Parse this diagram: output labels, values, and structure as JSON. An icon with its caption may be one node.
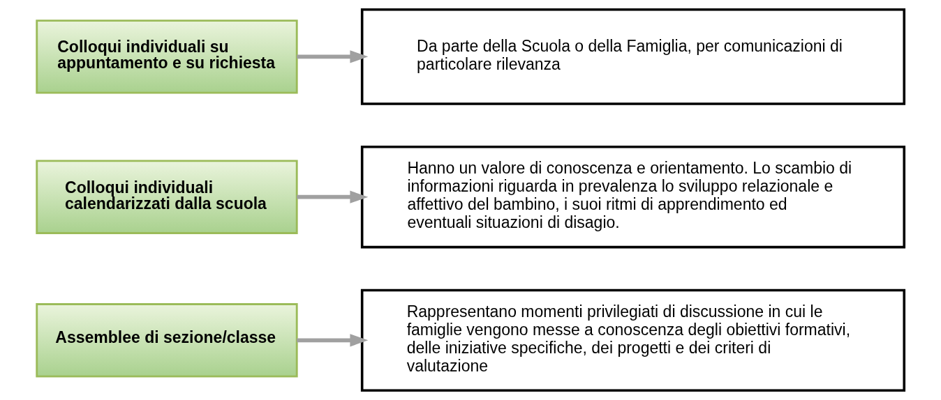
{
  "diagram": {
    "nodes": [
      {
        "text": [
          "Assemblee di sezione/classe"
        ]
      },
      {
        "text": [
          "Rappresentano momenti privilegiati di discussione in cui le famiglie vengono messe a conoscenza degli obiettivi formativi, delle iniziative specifiche, dei progetti e dei criteri di valutazione"
        ]
      },
      {
        "text": [
          "Colloqui individuali calendarizzati dalla scuola"
        ]
      },
      {
        "text": [
          "Hanno un valore di conoscenza e orientamento. Lo scambio di informazioni riguarda in prevalenza lo sviluppo relazionale e affettivo del bambino, i suoi ritmi di apprendimento ed eventuali situazioni di disagio."
        ]
      },
      {
        "text": [
          "Colloqui individuali su appuntamento e su richiesta"
        ]
      },
      {
        "text": [
          "Da parte della Scuola o della Famiglia, per comunicazioni di particolare rilevanza"
        ]
      }
    ],
    "edges": [
      {
        "from": 0,
        "to": 1,
        "arrow": "to"
      },
      {
        "from": 2,
        "to": 3,
        "arrow": "to"
      },
      {
        "from": 4,
        "to": 5,
        "arrow": "to"
      }
    ]
  }
}
